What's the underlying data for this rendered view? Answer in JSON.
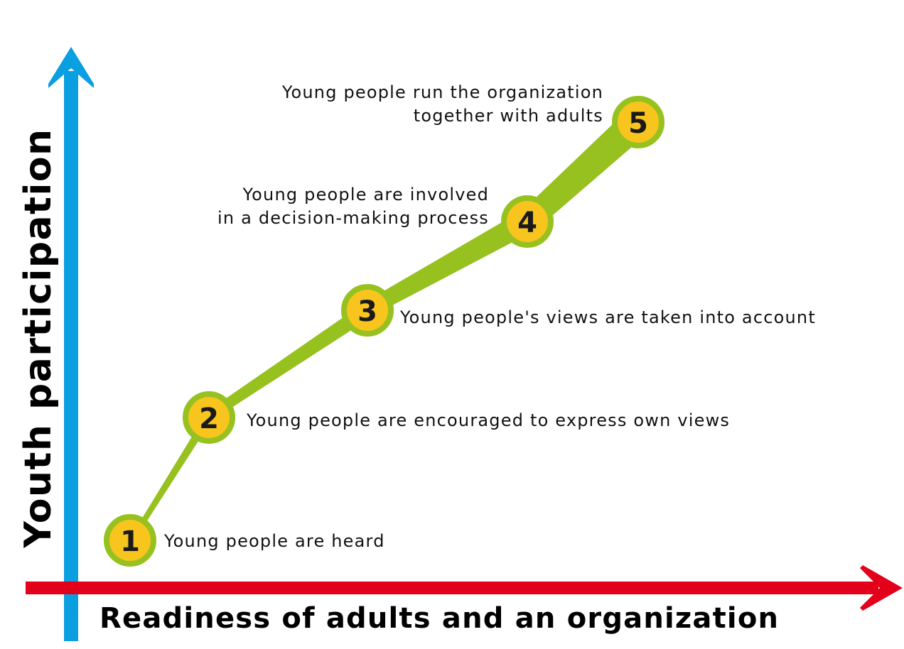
{
  "axes": {
    "y_title": "Youth participation",
    "x_title": "Readiness of adults and an organization"
  },
  "colors": {
    "y_axis": "#0a9fe0",
    "x_axis": "#e2001a",
    "path": "#96c11f",
    "node_fill": "#f7c51e",
    "node_ring": "#96c11f"
  },
  "steps": [
    {
      "number": "1",
      "lines": [
        "Young people are heard"
      ]
    },
    {
      "number": "2",
      "lines": [
        "Young people are encouraged to express own views"
      ]
    },
    {
      "number": "3",
      "lines": [
        "Young people's views are taken into account"
      ]
    },
    {
      "number": "4",
      "lines": [
        "Young people are involved",
        "in a decision-making process"
      ]
    },
    {
      "number": "5",
      "lines": [
        "Young people run the organization",
        "together with adults"
      ]
    }
  ]
}
